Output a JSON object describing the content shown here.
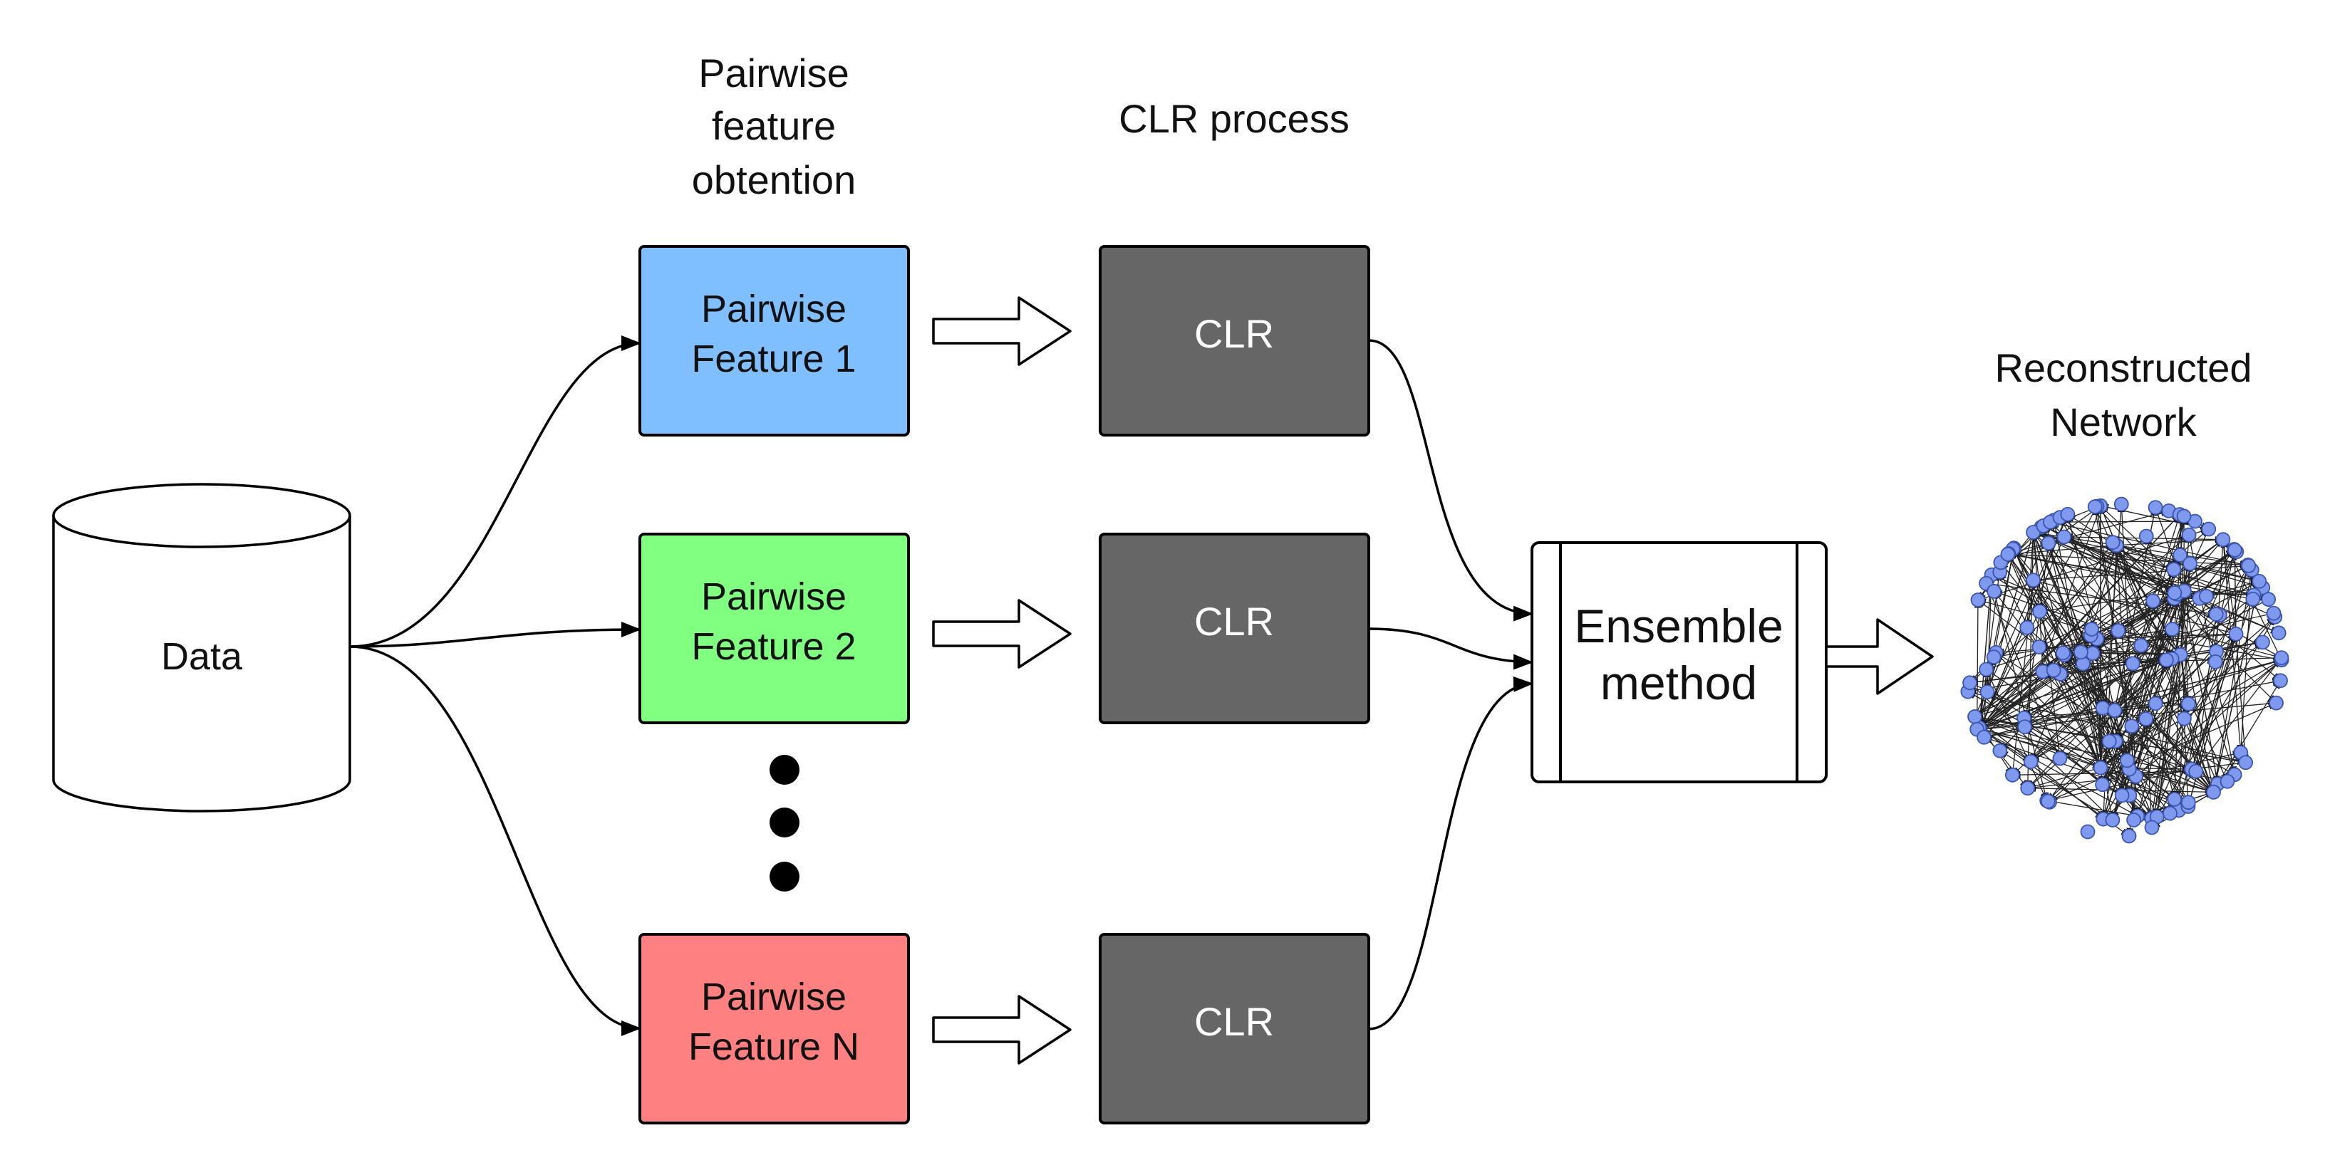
{
  "headers": {
    "pairwise_line1": "Pairwise",
    "pairwise_line2": "feature",
    "pairwise_line3": "obtention",
    "clr_process": "CLR process",
    "reconstructed_line1": "Reconstructed",
    "reconstructed_line2": "Network"
  },
  "data_store": {
    "label": "Data"
  },
  "features": [
    {
      "line1": "Pairwise",
      "line2": "Feature 1",
      "color": "#80bfff"
    },
    {
      "line1": "Pairwise",
      "line2": "Feature 2",
      "color": "#80ff80"
    },
    {
      "line1": "Pairwise",
      "line2": "Feature N",
      "color": "#ff8080"
    }
  ],
  "clr_blocks": [
    {
      "label": "CLR"
    },
    {
      "label": "CLR"
    },
    {
      "label": "CLR"
    }
  ],
  "ensemble": {
    "line1": "Ensemble",
    "line2": "method"
  },
  "colors": {
    "clr_fill": "#666666",
    "network_node": "#7f99ee",
    "network_stroke": "#3a55b0"
  },
  "network": {
    "node_icon": "graph-node-icon"
  }
}
